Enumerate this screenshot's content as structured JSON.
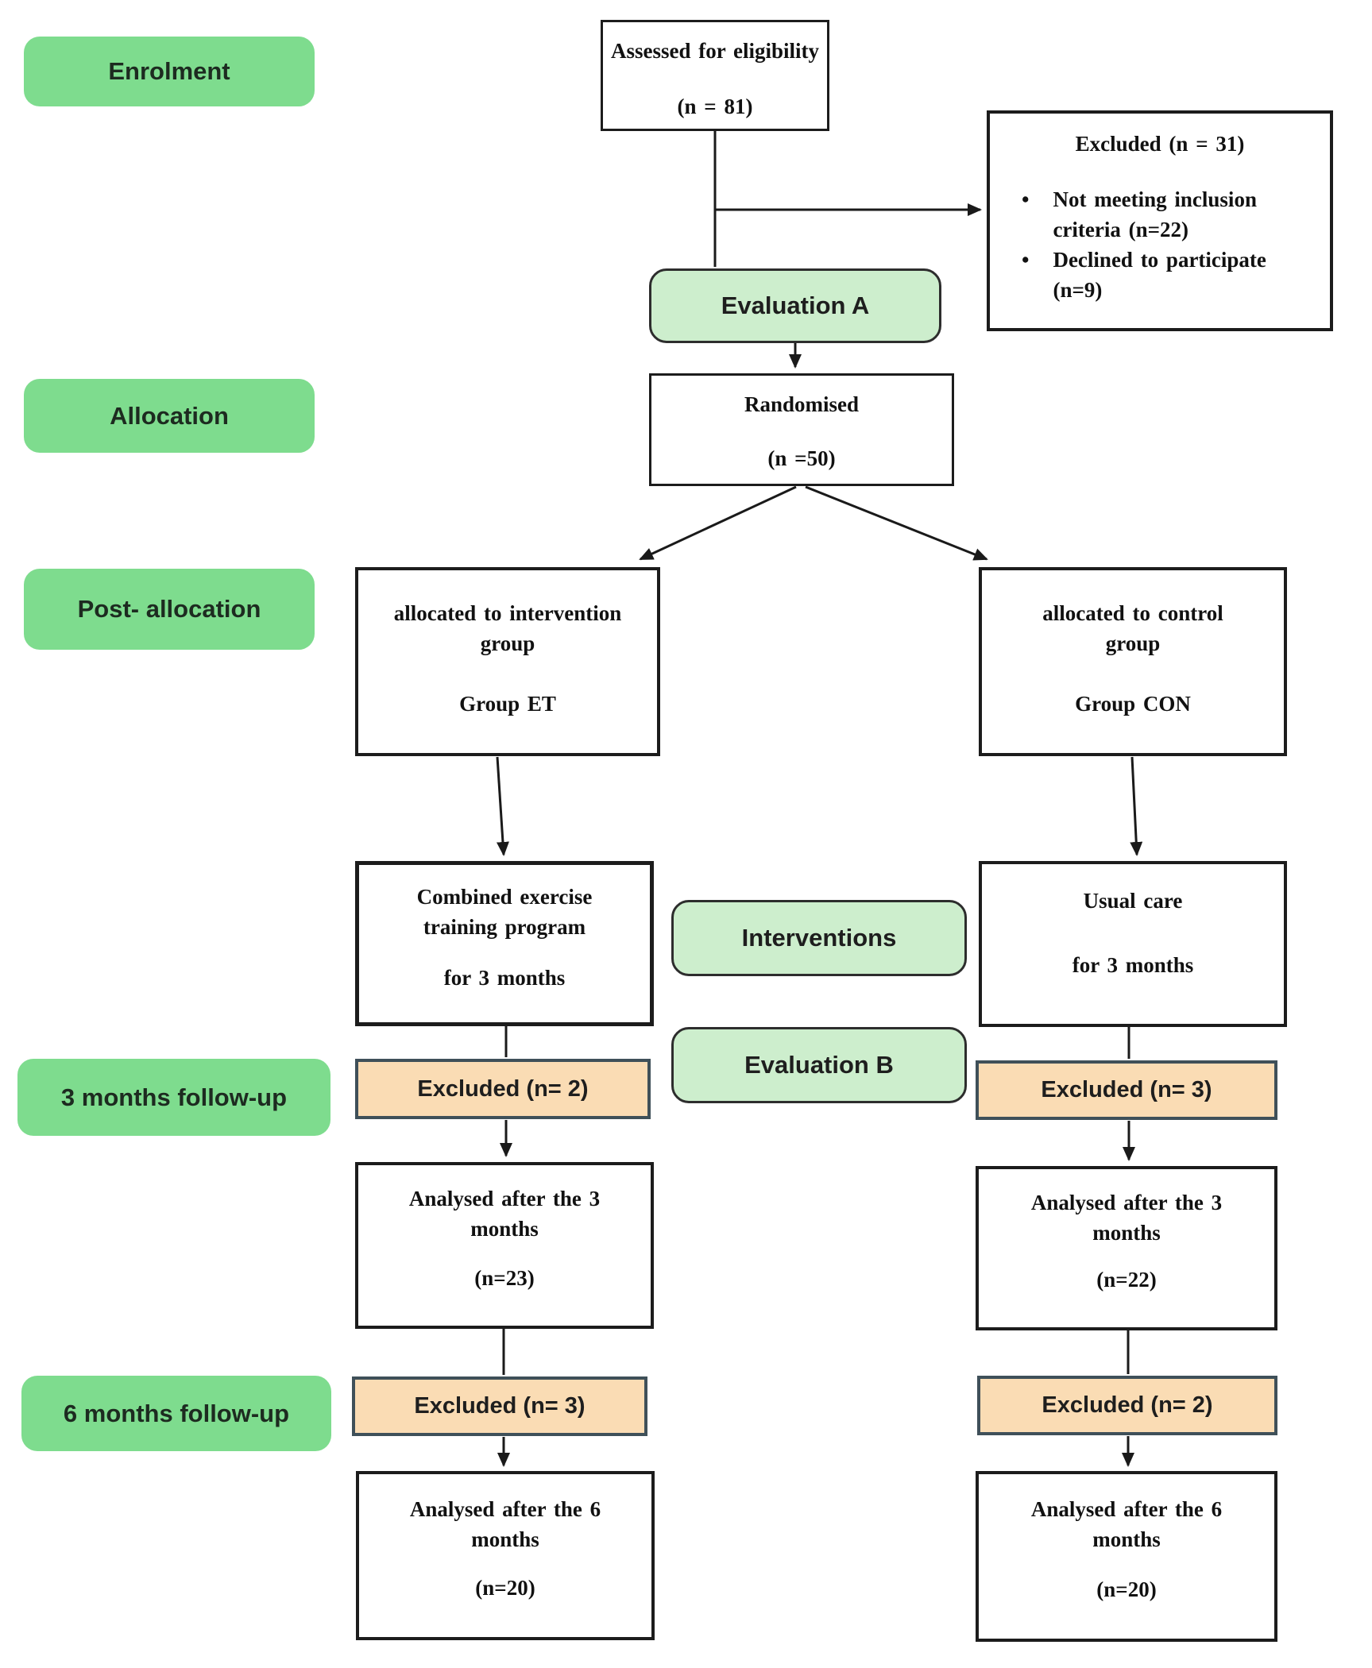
{
  "palette": {
    "stage_green": "#7edc8e",
    "milestone_green": "#cdeecd",
    "excluded_orange": "#fadcb4",
    "orange_border": "#3f5059",
    "line_color": "#1a1a1a"
  },
  "stages": {
    "enrolment": "Enrolment",
    "allocation": "Allocation",
    "post_allocation": "Post- allocation",
    "followup_3m": "3 months follow-up",
    "followup_6m": "6 months follow-up"
  },
  "milestones": {
    "evaluation_a": "Evaluation A",
    "interventions": "Interventions",
    "evaluation_b": "Evaluation B"
  },
  "boxes": {
    "assessed": {
      "title": "Assessed for eligibility",
      "n": "(n = 81)"
    },
    "excluded_enrolment": {
      "title": "Excluded (n = 31)",
      "bullet_glyph": "•",
      "bullets": [
        "Not meeting inclusion criteria (n=22)",
        "Declined to participate (n=9)"
      ]
    },
    "randomised": {
      "title": "Randomised",
      "n": "(n =50)"
    },
    "alloc_intervention": {
      "line1": "allocated to intervention",
      "line2": "group",
      "group": "Group ET"
    },
    "alloc_control": {
      "line1": "allocated to control",
      "line2": "group",
      "group": "Group CON"
    },
    "intervention_program": {
      "line1": "Combined exercise",
      "line2": "training program",
      "duration": "for 3 months"
    },
    "control_program": {
      "line1": "Usual care",
      "duration": "for 3 months"
    },
    "excluded_3m_et": "Excluded (n= 2)",
    "excluded_3m_con": "Excluded (n= 3)",
    "analysed_3m_et": {
      "line1": "Analysed after the 3",
      "line2": "months",
      "n": "(n=23)"
    },
    "analysed_3m_con": {
      "line1": "Analysed after the 3",
      "line2": "months",
      "n": "(n=22)"
    },
    "excluded_6m_et": "Excluded (n= 3)",
    "excluded_6m_con": "Excluded (n= 2)",
    "analysed_6m_et": {
      "line1": "Analysed after the 6",
      "line2": "months",
      "n": "(n=20)"
    },
    "analysed_6m_con": {
      "line1": "Analysed after the 6",
      "line2": "months",
      "n": "(n=20)"
    }
  }
}
